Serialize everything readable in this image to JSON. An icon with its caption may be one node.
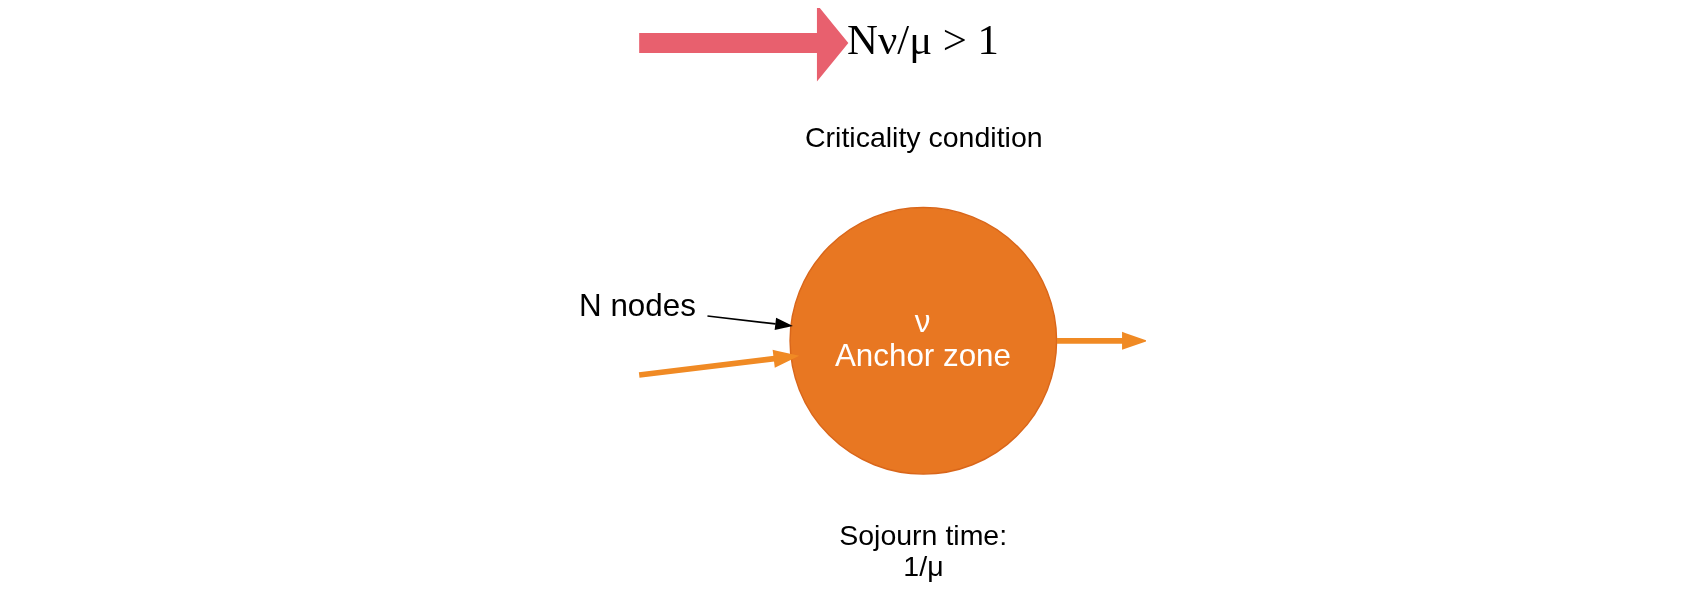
{
  "diagram": {
    "nodes": [
      {
        "text": [
          "ν",
          "Anchor zone"
        ],
        "beside": [
          "Sojourn time:",
          "1/μ"
        ]
      },
      {
        "text": [
          "Nν/μ > 1"
        ],
        "beside": [
          "Criticality condition"
        ]
      },
      {
        "text": [
          "N nodes"
        ]
      }
    ],
    "edges": [
      {
        "from": null,
        "to": 0,
        "arrow": "to"
      },
      {
        "from": 0,
        "to": null,
        "arrow": "to"
      },
      {
        "from": null,
        "to": 1,
        "arrow": "to",
        "style": "thick",
        "color": "#e8606e"
      },
      {
        "from": 2,
        "to": 0,
        "arrow": "to",
        "color": "#000000"
      }
    ]
  }
}
